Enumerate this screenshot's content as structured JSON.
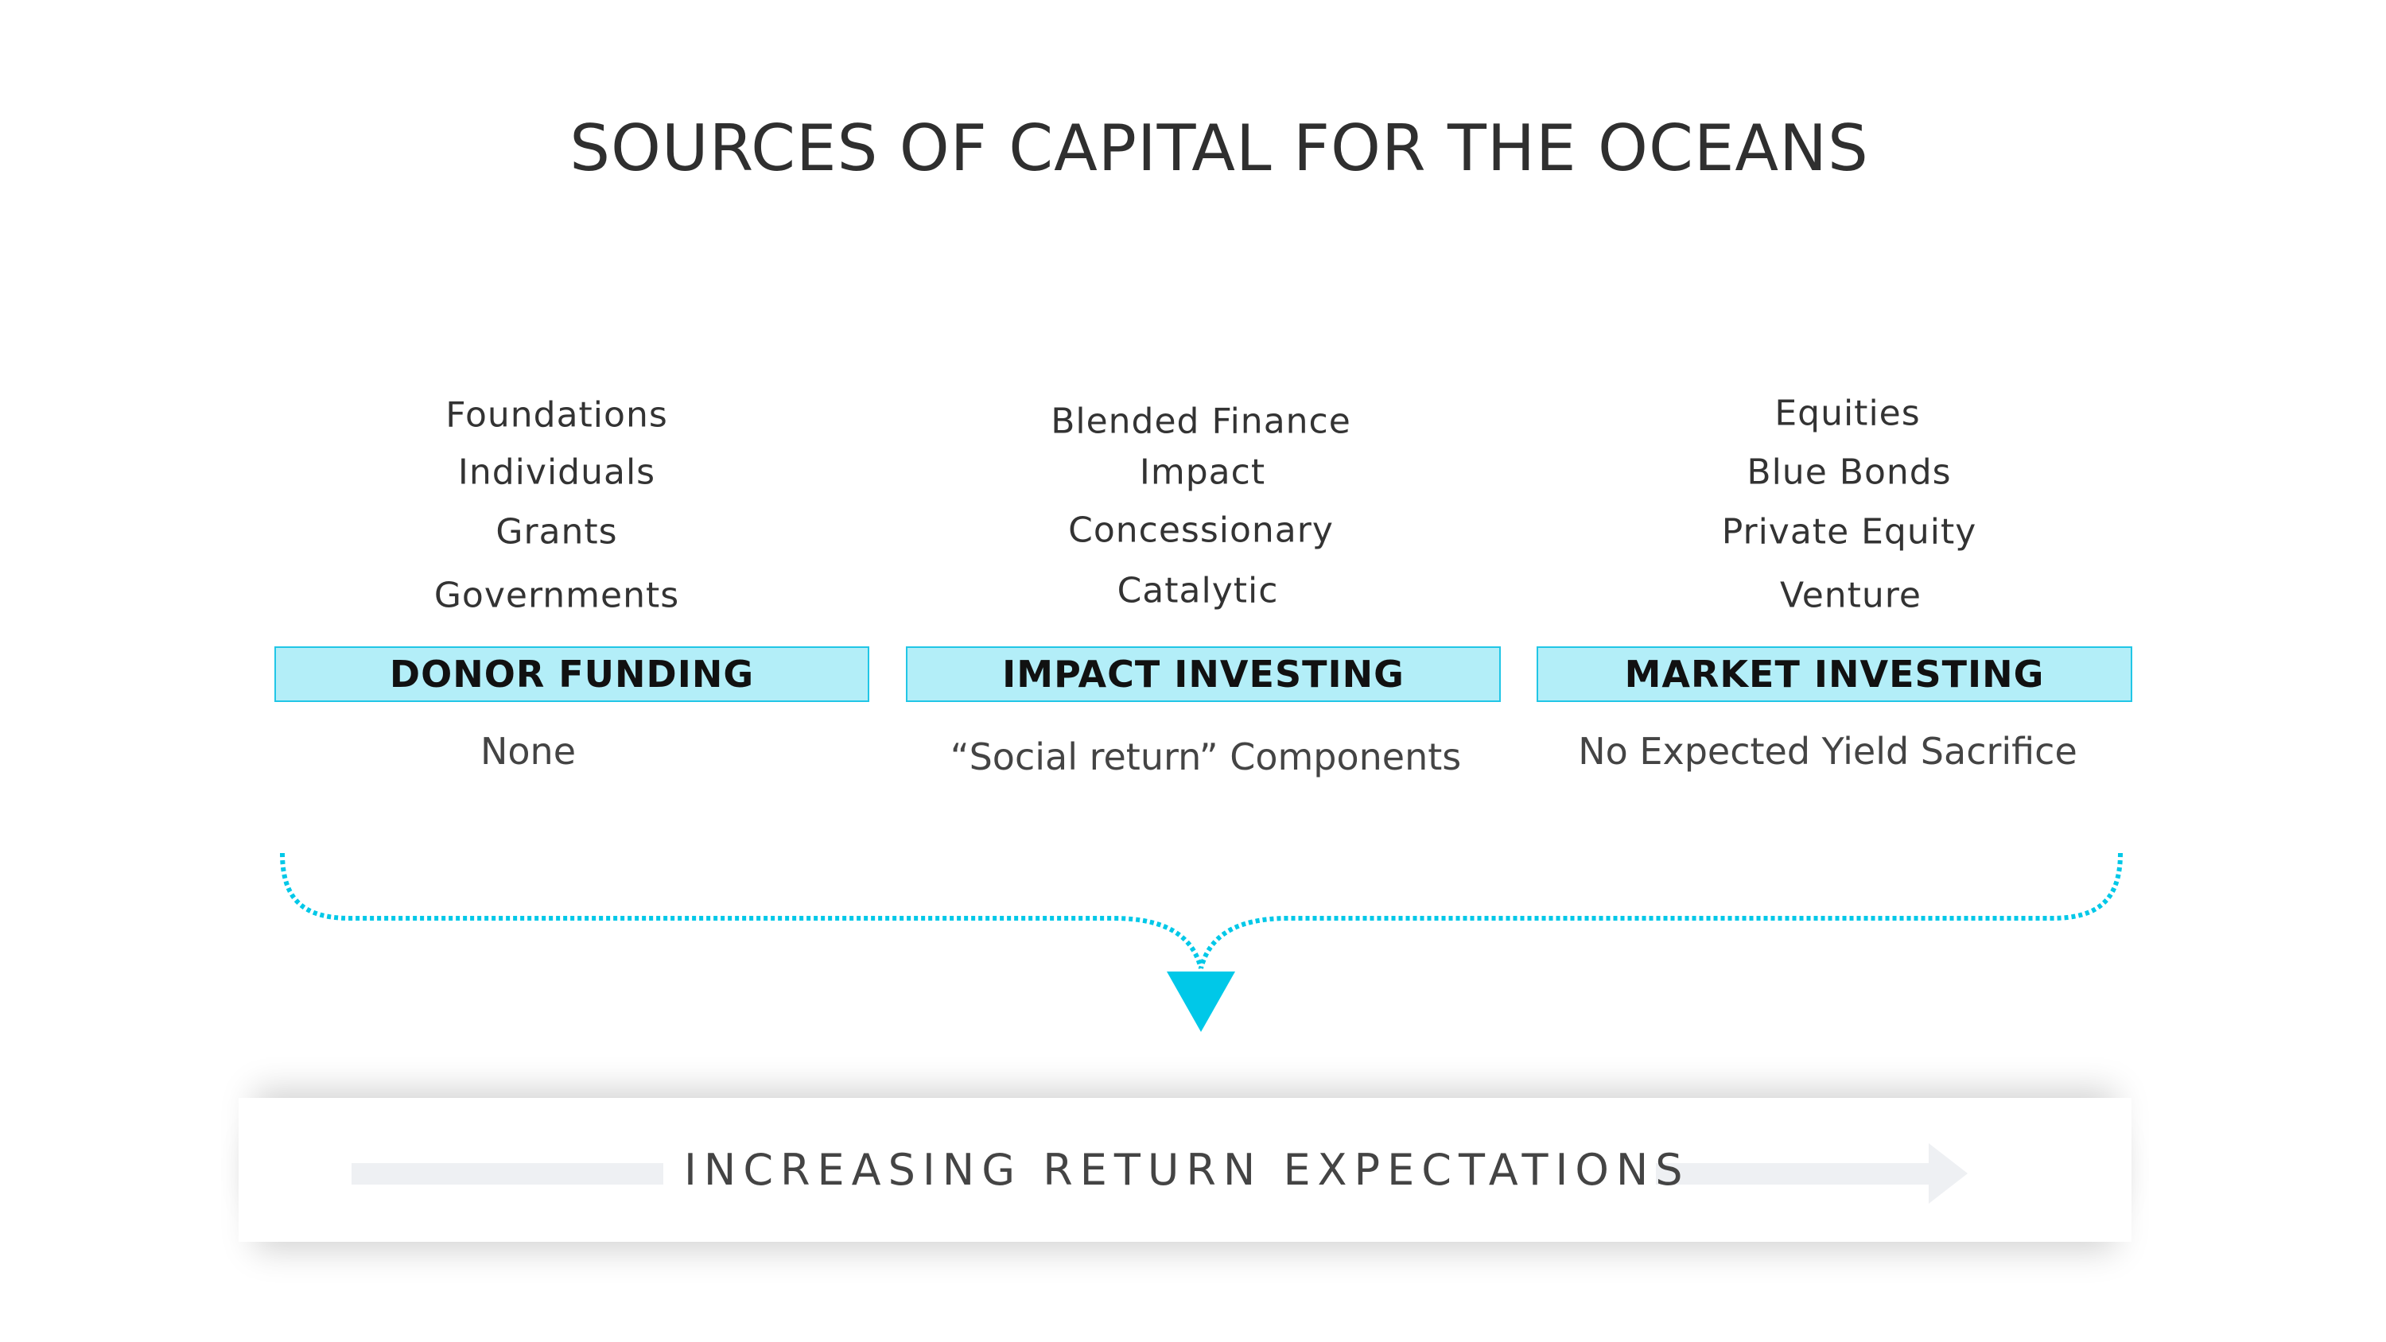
{
  "title": "SOURCES OF CAPITAL FOR THE OCEANS",
  "columns": [
    {
      "items": [
        "Foundations",
        "Individuals",
        "Grants",
        "Governments"
      ],
      "label": "DONOR FUNDING",
      "return": "None"
    },
    {
      "items": [
        "Blended Finance",
        "Impact",
        "Concessionary",
        "Catalytic"
      ],
      "label": "IMPACT INVESTING",
      "return": "“Social return” Components"
    },
    {
      "items": [
        "Equities",
        "Blue Bonds",
        "Private Equity",
        "Venture"
      ],
      "label": "MARKET INVESTING",
      "return": "No Expected Yield Sacrifice"
    }
  ],
  "return_axis": "INCREASING RETURN EXPECTATIONS",
  "colors": {
    "accent": "#00c8e8",
    "box_fill": "#b3eef8",
    "arrow": "#eef0f3"
  }
}
